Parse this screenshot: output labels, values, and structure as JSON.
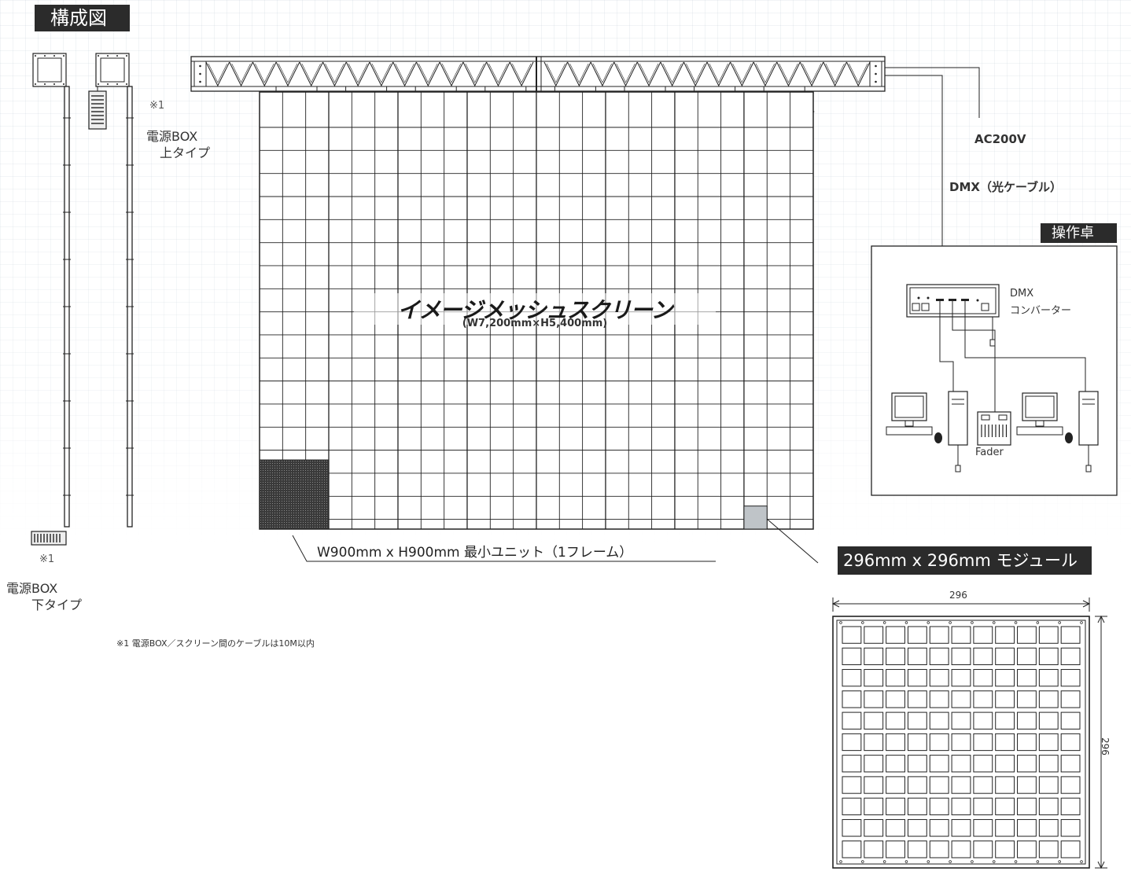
{
  "header": {
    "title": "構成図"
  },
  "power_box_top": {
    "note": "※1",
    "label_line1": "電源BOX",
    "label_line2": "上タイプ"
  },
  "power_box_bottom": {
    "note": "※1",
    "label_line1": "電源BOX",
    "label_line2": "下タイプ"
  },
  "footnote": "※1 電源BOX／スクリーン間のケーブルは10M以内",
  "screen": {
    "name": "イメージメッシュスクリーン",
    "size": "(W7,200mm×H5,400mm)"
  },
  "unit_callout": "W900mm x H900mm 最小ユニット（1フレーム）",
  "module_callout": "296mm x 296mm モジュール",
  "module_dims": {
    "width": "296",
    "height": "296"
  },
  "power_label": "AC200V",
  "dmx_cable_label": "DMX（光ケーブル）",
  "console": {
    "title": "操作卓",
    "converter_line1": "DMX",
    "converter_line2": "コンバーター",
    "fader_label": "Fader"
  },
  "colors": {
    "dark_label_bg": "#2b2b2b",
    "line": "#222222",
    "grid_bg": "#b9c4cf"
  }
}
